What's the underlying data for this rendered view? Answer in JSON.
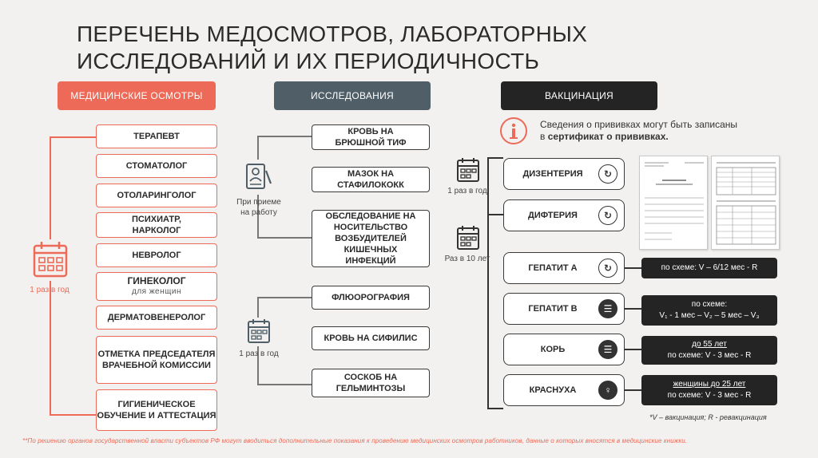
{
  "title": {
    "line1": "ПЕРЕЧЕНЬ МЕДОСМОТРОВ, ЛАБОРАТОРНЫХ",
    "line2": "ИССЛЕДОВАНИЙ И ИХ ПЕРИОДИЧНОСТЬ"
  },
  "headers": {
    "medical": "МЕДИЦИНСКИЕ ОСМОТРЫ",
    "research": "ИССЛЕДОВАНИЯ",
    "vaccination": "ВАКЦИНАЦИЯ"
  },
  "medical_items": [
    {
      "label": "ТЕРАПЕВТ"
    },
    {
      "label": "СТОМАТОЛОГ"
    },
    {
      "label": "ОТОЛАРИНГОЛОГ"
    },
    {
      "label": "ПСИХИАТР,",
      "label2": "НАРКОЛОГ"
    },
    {
      "label": "НЕВРОЛОГ"
    },
    {
      "label": "ГИНЕКОЛОГ",
      "sub": "для женщин"
    },
    {
      "label": "ДЕРМАТОВЕНЕРОЛОГ"
    },
    {
      "label": "ОТМЕТКА ПРЕДСЕДАТЕЛЯ",
      "label2": "ВРАЧЕБНОЙ КОМИССИИ"
    },
    {
      "label": "ГИГИЕНИЧЕСКОЕ",
      "label2": "ОБУЧЕНИЕ И АТТЕСТАЦИЯ"
    }
  ],
  "medical_period": "1 раз в год",
  "research_items": [
    {
      "label": "КРОВЬ НА",
      "label2": "БРЮШНОЙ ТИФ"
    },
    {
      "label": "МАЗОК НА",
      "label2": "СТАФИЛОКОКК"
    },
    {
      "label": "ОБСЛЕДОВАНИЕ НА",
      "label2": "НОСИТЕЛЬСТВО",
      "label3": "ВОЗБУДИТЕЛЕЙ",
      "label4": "КИШЕЧНЫХ",
      "label5": "ИНФЕКЦИЙ"
    },
    {
      "label": "ФЛЮОРОГРАФИЯ"
    },
    {
      "label": "КРОВЬ НА СИФИЛИС"
    },
    {
      "label": "СОСКОБ НА",
      "label2": "ГЕЛЬМИНТОЗЫ"
    }
  ],
  "research_period_hire": {
    "line1": "При приеме",
    "line2": "на работу"
  },
  "research_period_year": "1 раз в год",
  "vaccination_info": {
    "text1": "Сведения о прививках могут быть записаны",
    "text2": "в ",
    "text_bold": "сертификат о прививках."
  },
  "vaccination_items": [
    {
      "label": "ДИЗЕНТЕРИЯ",
      "icon": "refresh-icon"
    },
    {
      "label": "ДИФТЕРИЯ",
      "icon": "refresh-icon"
    },
    {
      "label": "ГЕПАТИТ А",
      "icon": "refresh-icon"
    },
    {
      "label": "ГЕПАТИТ В",
      "icon": "stack-icon"
    },
    {
      "label": "КОРЬ",
      "icon": "stack-icon"
    },
    {
      "label": "КРАСНУХА",
      "icon": "person-icon"
    }
  ],
  "vaccination_period_year": "1 раз в год",
  "vaccination_period_10": "Раз в 10 лет",
  "schemes": {
    "hepatitis_a": "по схеме: V – 6/12 мес - R",
    "hepatitis_b_line1": "по схеме:",
    "hepatitis_b_line2": "V₁ - 1 мес – V₂ – 5 мес – V₃",
    "measles_line1": "до 55 лет",
    "measles_line2": "по схеме: V - 3 мес - R",
    "rubella_line1": "женщины  до 25 лет",
    "rubella_line2": "по схеме: V - 3 мес - R"
  },
  "legend_note": "*V – вакцинация; R - ревакцинация",
  "footnote": "**По решению органов государственной власти субъектов РФ могут вводиться дополнительные показания к проведению медицинских осмотров работников, данные о которых вносятся в медицинские книжки.",
  "colors": {
    "accent": "#ec6a57",
    "slate": "#4f5e67",
    "dark": "#242424"
  }
}
